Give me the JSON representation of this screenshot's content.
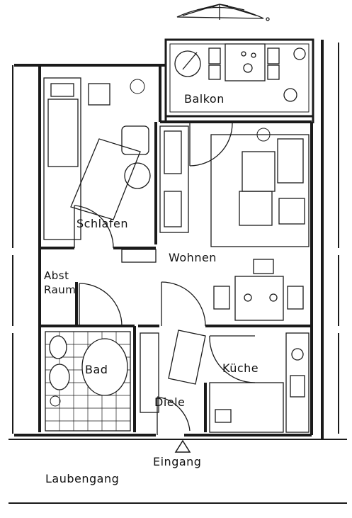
{
  "rooms": {
    "balkon": "Balkon",
    "schlafen": "Schlafen",
    "wohnen": "Wohnen",
    "abstellraum_line1": "Abst",
    "abstellraum_line2": "Raum",
    "bad": "Bad",
    "kueche": "Küche",
    "diele": "Diele",
    "eingang": "Eingang",
    "laubengang": "Laubengang"
  },
  "colors": {
    "ink": "#1a1a1a",
    "paper": "#ffffff"
  }
}
